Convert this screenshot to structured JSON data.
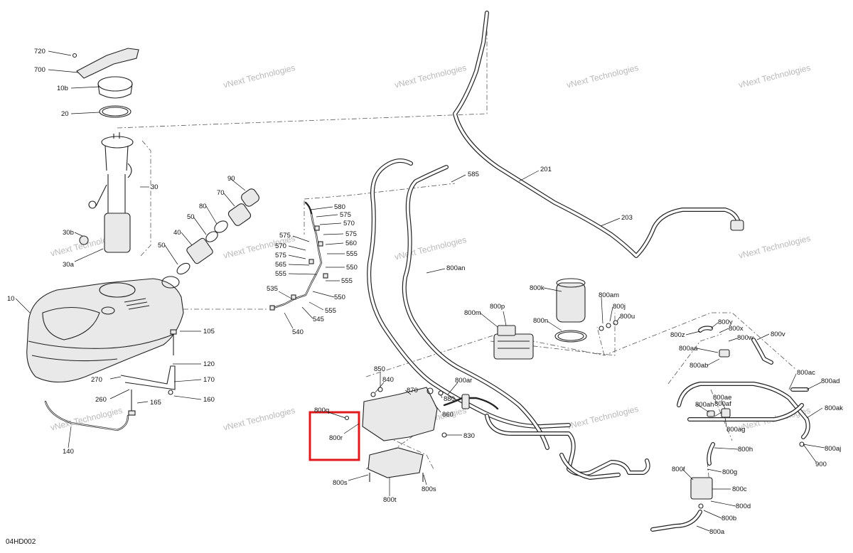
{
  "diagram": {
    "code": "04HD002",
    "watermark": "vNext Technologies",
    "highlight_color": "#e0191c",
    "labels": {
      "l720": "720",
      "l700": "700",
      "l10b": "10b",
      "l20": "20",
      "l30": "30",
      "l30b": "30b",
      "l30a": "30a",
      "l90": "90",
      "l70": "70",
      "l80": "80",
      "l50a": "50",
      "l40": "40",
      "l50b": "50",
      "l10": "10",
      "l105": "105",
      "l120": "120",
      "l270": "270",
      "l170": "170",
      "l260": "260",
      "l165": "165",
      "l160": "160",
      "l140": "140",
      "l580": "580",
      "l575a": "575",
      "l570a": "570",
      "l575b": "575",
      "l575c": "575",
      "l560": "560",
      "l570b": "570",
      "l575d": "575",
      "l555a": "555",
      "l565": "565",
      "l550a": "550",
      "l555b": "555",
      "l555c": "555",
      "l535": "535",
      "l550b": "550",
      "l555d": "555",
      "l545": "545",
      "l540": "540",
      "l585": "585",
      "l201": "201",
      "l203": "203",
      "l800an": "800an",
      "l800k": "800k",
      "l800am": "800am",
      "l800j": "800j",
      "l800u": "800u",
      "l800n": "800n",
      "l800m": "800m",
      "l800p": "800p",
      "l800y": "800y",
      "l800z": "800z",
      "l800x": "800x",
      "l800w": "800w",
      "l800v": "800v",
      "l800aa": "800aa",
      "l800ab": "800ab",
      "l800ac": "800ac",
      "l800ad": "800ad",
      "l800ae": "800ae",
      "l800af": "800af",
      "l800ah": "800ah",
      "l800ak": "800ak",
      "l800ag": "800ag",
      "l800h": "800h",
      "l800aj": "800aj",
      "l900": "900",
      "l800f": "800f",
      "l800g": "800g",
      "l800c": "800c",
      "l800d": "800d",
      "l800b": "800b",
      "l800a": "800a",
      "l850": "850",
      "l840": "840",
      "l870": "870",
      "l800ar": "800ar",
      "l860": "860",
      "l880": "880",
      "l800q": "800q",
      "l800r": "800r",
      "l830": "830",
      "l800s1": "800s",
      "l800s2": "800s",
      "l800t": "800t"
    }
  }
}
